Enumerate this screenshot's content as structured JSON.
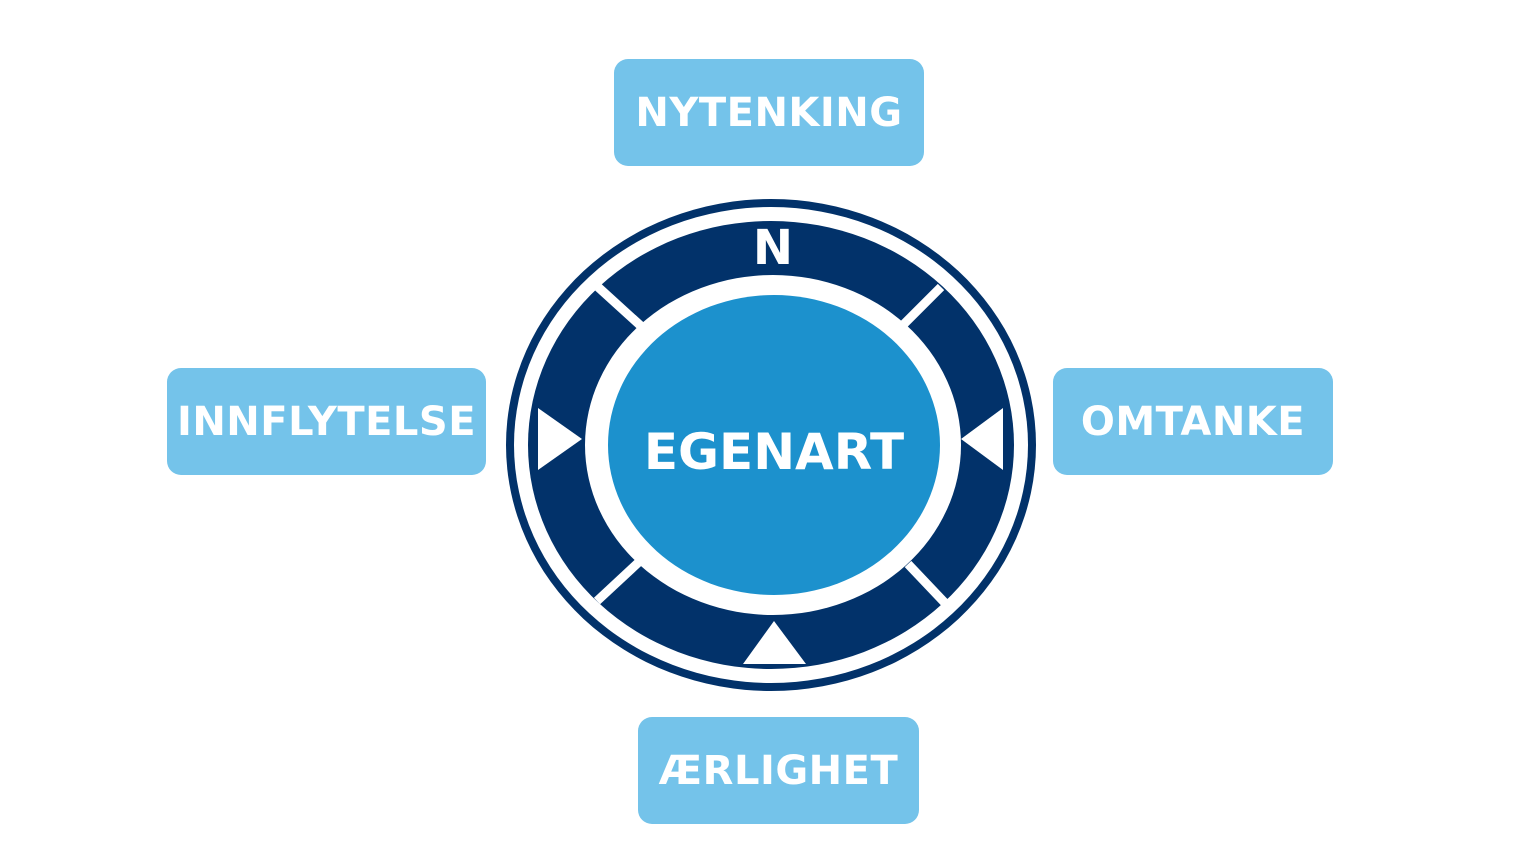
{
  "diagram": {
    "center_label": "EGENART",
    "north_marker": "N",
    "values": {
      "top": "NYTENKING",
      "left": "INNFLYTELSE",
      "right": "OMTANKE",
      "bottom": "ÆRLIGHET"
    }
  },
  "colors": {
    "navy": "#02326a",
    "center_blue": "#1c91cd",
    "box_blue": "#74c3ea",
    "text": "#ffffff"
  }
}
